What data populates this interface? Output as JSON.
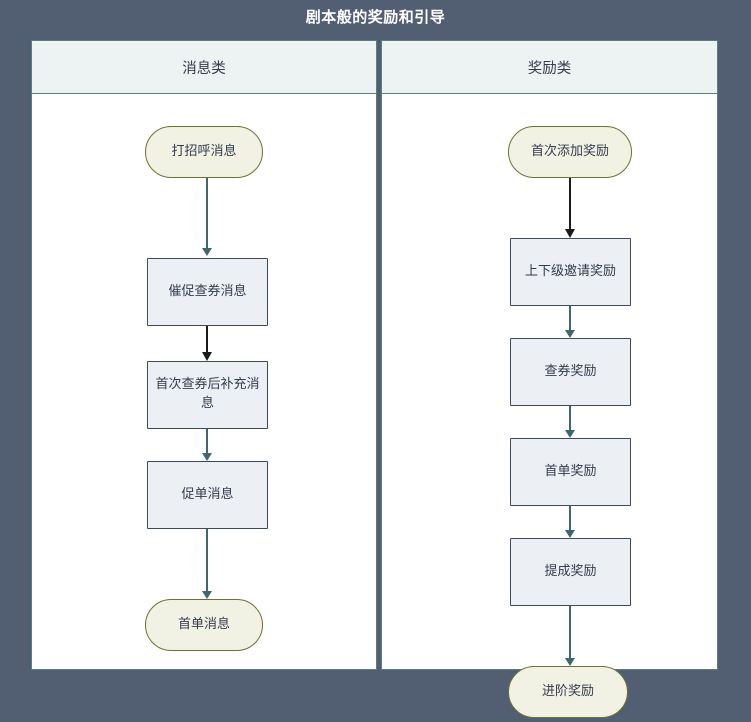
{
  "diagram": {
    "title": "剧本般的奖励和引导",
    "background_color": "#525e72",
    "title_color": "#ffffff",
    "type": "flowchart",
    "columns": [
      {
        "id": "messages",
        "header": "消息类",
        "nodes": [
          {
            "id": "m1",
            "label": "打招呼消息",
            "shape": "stadium"
          },
          {
            "id": "m2",
            "label": "催促查券消息",
            "shape": "rect"
          },
          {
            "id": "m3",
            "label": "首次查券后补充消息",
            "shape": "rect"
          },
          {
            "id": "m4",
            "label": "促单消息",
            "shape": "rect"
          },
          {
            "id": "m5",
            "label": "首单消息",
            "shape": "stadium"
          }
        ],
        "edges": [
          {
            "from": "m1",
            "to": "m2",
            "color": "#3f686d"
          },
          {
            "from": "m2",
            "to": "m3",
            "color": "#1b1b1b"
          },
          {
            "from": "m3",
            "to": "m4",
            "color": "#3f686d"
          },
          {
            "from": "m4",
            "to": "m5",
            "color": "#3f686d"
          }
        ]
      },
      {
        "id": "rewards",
        "header": "奖励类",
        "nodes": [
          {
            "id": "r1",
            "label": "首次添加奖励",
            "shape": "stadium"
          },
          {
            "id": "r2",
            "label": "上下级邀请奖励",
            "shape": "rect"
          },
          {
            "id": "r3",
            "label": "查券奖励",
            "shape": "rect"
          },
          {
            "id": "r4",
            "label": "首单奖励",
            "shape": "rect"
          },
          {
            "id": "r5",
            "label": "提成奖励",
            "shape": "rect"
          },
          {
            "id": "r6",
            "label": "进阶奖励",
            "shape": "stadium"
          }
        ],
        "edges": [
          {
            "from": "r1",
            "to": "r2",
            "color": "#1b1b1b"
          },
          {
            "from": "r2",
            "to": "r3",
            "color": "#3f686d"
          },
          {
            "from": "r3",
            "to": "r4",
            "color": "#3f686d"
          },
          {
            "from": "r4",
            "to": "r5",
            "color": "#3f686d"
          },
          {
            "from": "r5",
            "to": "r6",
            "color": "#3f686d"
          }
        ]
      }
    ],
    "palette": {
      "process_fill": "#eceff3",
      "process_stroke": "#3c4a5e",
      "terminal_fill": "#f1f2e4",
      "terminal_stroke": "#6f7131",
      "subgraph_header_fill": "#edf2f2",
      "subgraph_stroke": "#5b7f80",
      "subgraph_body_fill": "#ffffff",
      "edge_teal": "#3f686d",
      "edge_dark": "#1b1b1b",
      "text": "#333b4d"
    }
  }
}
